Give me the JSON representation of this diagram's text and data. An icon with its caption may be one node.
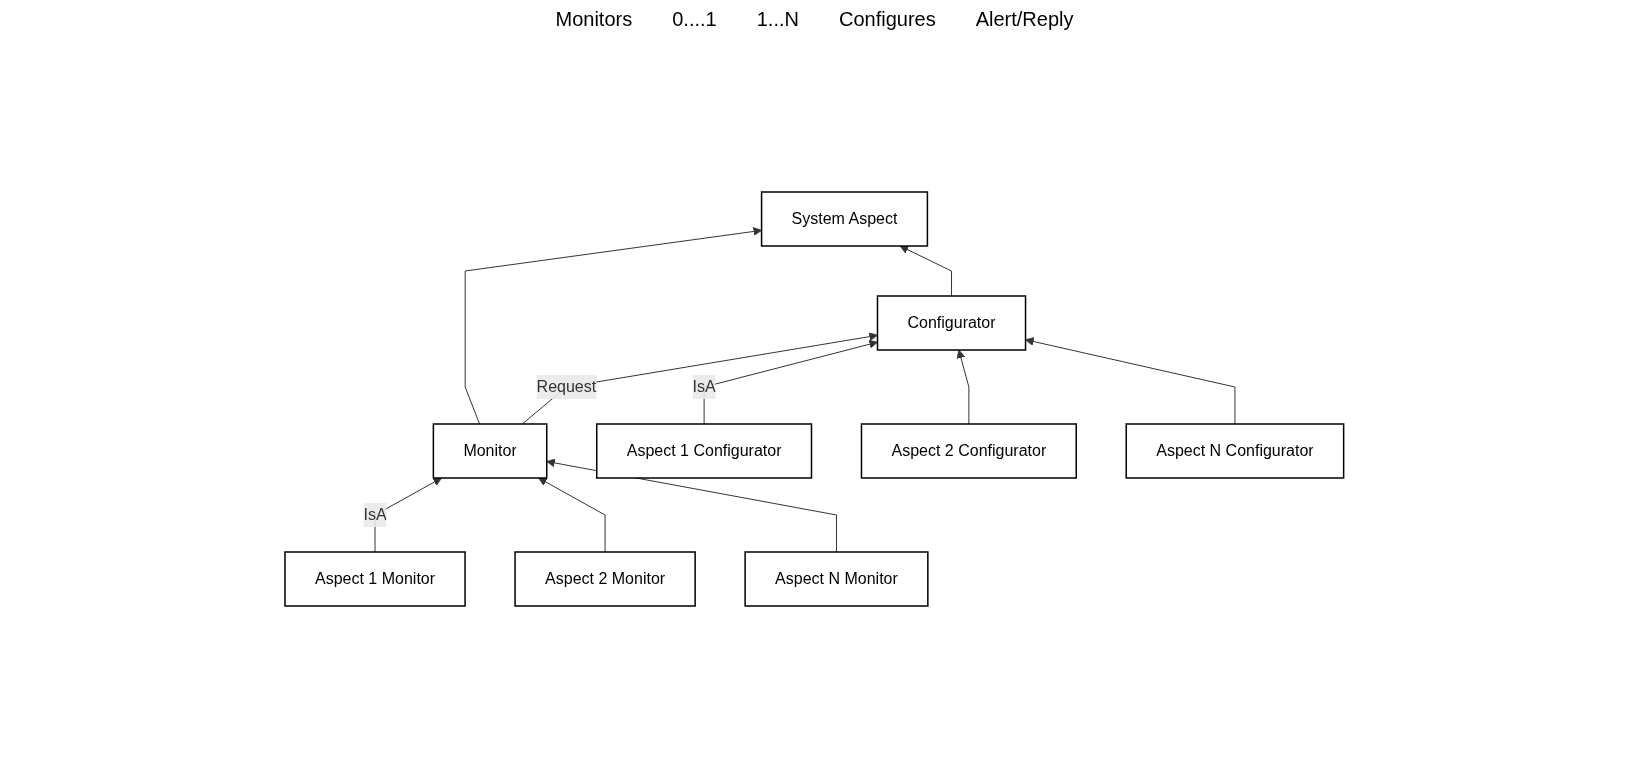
{
  "diagram": {
    "nodes": [
      {
        "text": [
          "System Aspect"
        ]
      },
      {
        "text": [
          "Monitor"
        ]
      },
      {
        "text": [
          "Configurator"
        ]
      },
      {
        "text": [
          "Aspect 1 Monitor"
        ]
      },
      {
        "text": [
          "Aspect 2 Monitor"
        ]
      },
      {
        "text": [
          "Aspect N Monitor"
        ]
      },
      {
        "text": [
          "Aspect 1 Configurator"
        ]
      },
      {
        "text": [
          "Aspect 2 Configurator"
        ]
      },
      {
        "text": [
          "Aspect N Configurator"
        ]
      }
    ],
    "edges": [
      {
        "from": 1,
        "to": 0,
        "arrow": "to"
      },
      {
        "from": 2,
        "to": 0,
        "arrow": "to"
      },
      {
        "from": 1,
        "to": 2,
        "arrow": "to",
        "label": "Request"
      },
      {
        "from": 3,
        "to": 1,
        "arrow": "to",
        "label": "IsA"
      },
      {
        "from": 4,
        "to": 1,
        "arrow": "to"
      },
      {
        "from": 5,
        "to": 1,
        "arrow": "to"
      },
      {
        "from": 6,
        "to": 2,
        "arrow": "to",
        "label": "IsA"
      },
      {
        "from": 7,
        "to": 2,
        "arrow": "to"
      },
      {
        "from": 8,
        "to": 2,
        "arrow": "to"
      }
    ],
    "labels": [
      "Monitors",
      "0....1",
      "1...N",
      "Configures",
      "Alert/Reply"
    ]
  }
}
